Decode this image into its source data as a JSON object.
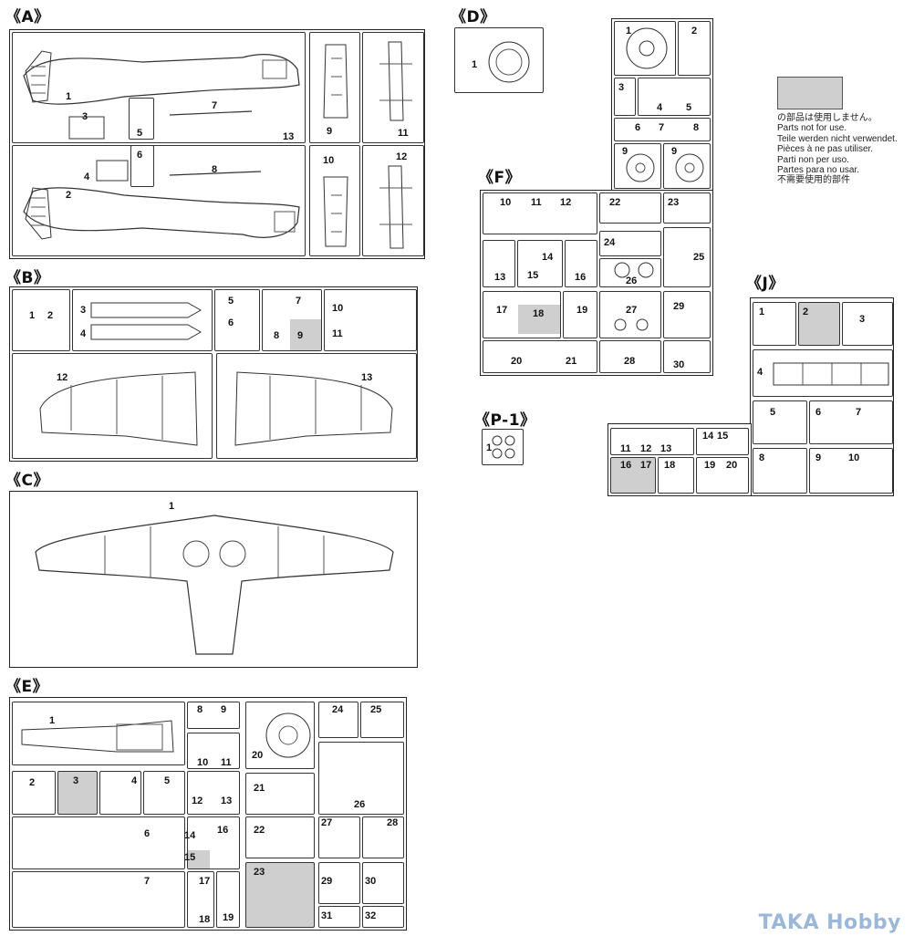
{
  "sections": {
    "A": "《A》",
    "B": "《B》",
    "C": "《C》",
    "D": "《D》",
    "E": "《E》",
    "F": "《F》",
    "J": "《J》",
    "P1": "《P-1》"
  },
  "legend": {
    "swatch_color": "#cfcfcf",
    "lines": [
      "の部品は使用しません。",
      "Parts not for use.",
      "Teile werden nicht verwendet.",
      "Pièces à ne pas utiliser.",
      "Parti non per uso.",
      "Partes para no usar.",
      "不需要使用的部件"
    ]
  },
  "watermark": "TAKA Hobby",
  "parts": {
    "A": [
      "1",
      "2",
      "3",
      "4",
      "5",
      "6",
      "7",
      "8",
      "9",
      "10",
      "11",
      "12",
      "13"
    ],
    "B": [
      "1",
      "2",
      "3",
      "4",
      "5",
      "6",
      "7",
      "8",
      "9",
      "10",
      "11",
      "12",
      "13"
    ],
    "C": [
      "1"
    ],
    "D": [
      "1",
      "1",
      "2",
      "3",
      "4",
      "5",
      "6",
      "7",
      "8",
      "9",
      "9"
    ],
    "E": [
      "1",
      "2",
      "3",
      "4",
      "5",
      "6",
      "7",
      "8",
      "9",
      "10",
      "11",
      "12",
      "13",
      "14",
      "15",
      "16",
      "17",
      "18",
      "19",
      "20",
      "21",
      "22",
      "23",
      "24",
      "25",
      "26",
      "27",
      "28",
      "29",
      "30",
      "31",
      "32"
    ],
    "F": [
      "10",
      "11",
      "12",
      "13",
      "14",
      "15",
      "16",
      "17",
      "18",
      "19",
      "20",
      "21",
      "22",
      "23",
      "24",
      "25",
      "26",
      "27",
      "28",
      "29",
      "30"
    ],
    "J": [
      "1",
      "2",
      "3",
      "4",
      "5",
      "6",
      "7",
      "8",
      "9",
      "10",
      "11",
      "12",
      "13",
      "14",
      "15",
      "16",
      "17",
      "18",
      "19",
      "20"
    ],
    "P1": [
      "1"
    ]
  }
}
